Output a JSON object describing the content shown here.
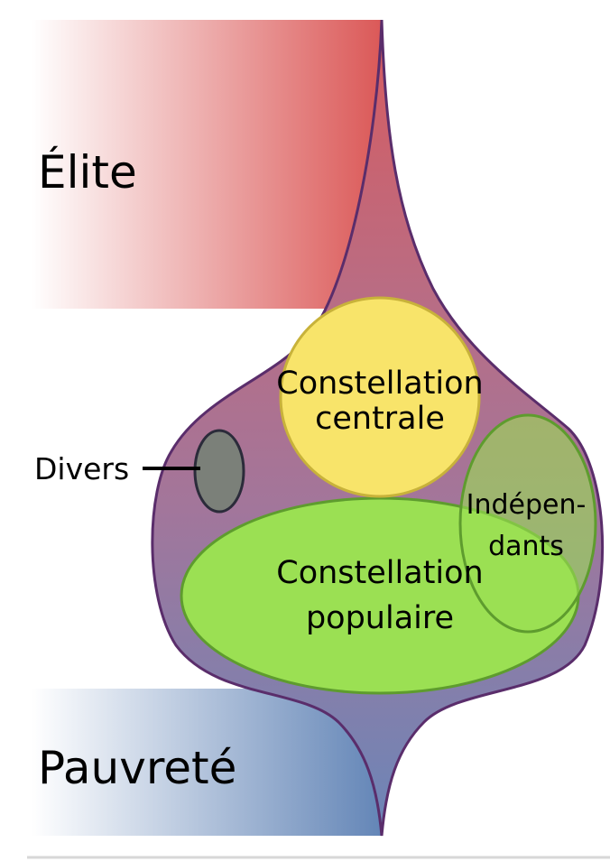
{
  "labels": {
    "elite": "Élite",
    "pauvrete": "Pauvreté",
    "divers": "Divers",
    "constellation_centrale": [
      "Constellation",
      "centrale"
    ],
    "constellation_populaire": [
      "Constellation",
      "populaire"
    ],
    "independants": [
      "Indépen-",
      "dants"
    ]
  },
  "colors": {
    "elite_band": "#d9504f",
    "pauvrete_band": "#5b7fb3",
    "outline": "#5a2d6b",
    "centrale_fill": "#f8e46a",
    "centrale_stroke": "#c8b23a",
    "populaire_fill": "#9be053",
    "populaire_stroke": "#5e9c2e",
    "divers_fill": "#7b8079",
    "divers_stroke": "#2b2b3a"
  }
}
